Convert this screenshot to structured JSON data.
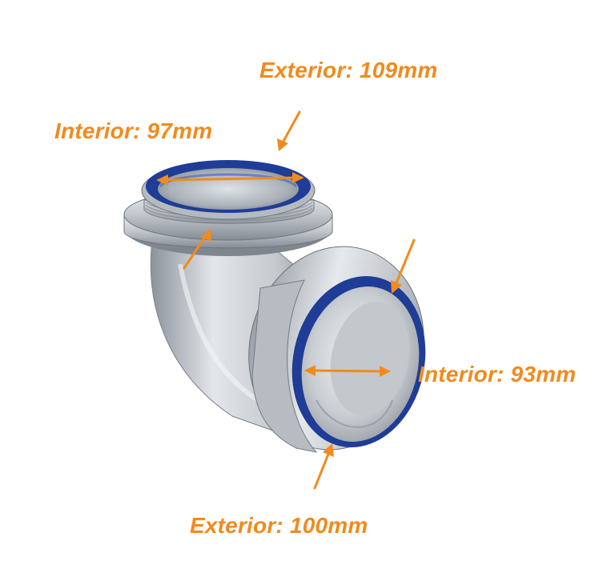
{
  "colors": {
    "annotation": "#f28a1c",
    "metal_light": "#e9ecef",
    "metal_mid": "#b9bec4",
    "metal_dark": "#7d848c",
    "seal_blue": "#1f3c96"
  },
  "labels": {
    "top_exterior": "Exterior: 109mm",
    "top_interior": "Interior: 97mm",
    "side_interior": "Interior: 93mm",
    "side_exterior": "Exterior: 100mm"
  }
}
